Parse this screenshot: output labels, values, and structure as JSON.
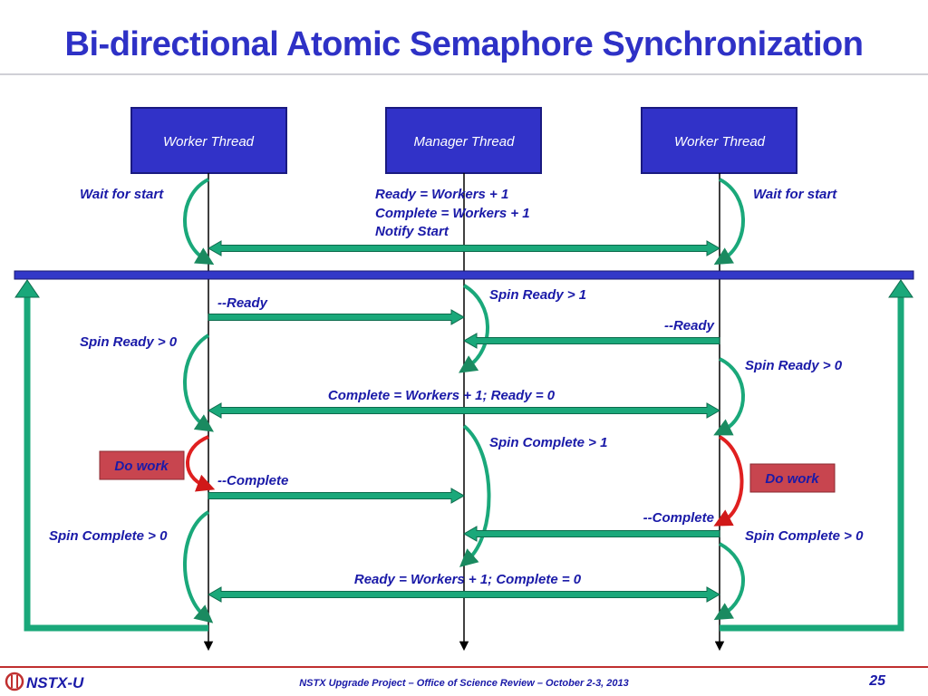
{
  "title": "Bi-directional Atomic Semaphore Synchronization",
  "threads": {
    "left": "Worker Thread",
    "center": "Manager Thread",
    "right": "Worker Thread"
  },
  "labels": {
    "wait_left": "Wait for start",
    "wait_right": "Wait for start",
    "mgr_init_1": "Ready = Workers + 1",
    "mgr_init_2": "Complete = Workers + 1",
    "mgr_init_3": "Notify Start",
    "spin_ready_1": "Spin Ready > 1",
    "dec_ready_left": "--Ready",
    "dec_ready_right": "--Ready",
    "spin_ready_0_left": "Spin Ready > 0",
    "spin_ready_0_right": "Spin Ready > 0",
    "complete_reset": "Complete = Workers + 1; Ready = 0",
    "spin_complete_1": "Spin Complete > 1",
    "do_work_left": "Do work",
    "do_work_right": "Do work",
    "dec_complete_left": "--Complete",
    "dec_complete_right": "--Complete",
    "spin_complete_0_left": "Spin Complete > 0",
    "spin_complete_0_right": "Spin Complete > 0",
    "ready_reset": "Ready = Workers + 1; Complete = 0"
  },
  "footer": {
    "logo": "NSTX-U",
    "text": "NSTX Upgrade Project – Office of Science Review – October 2-3, 2013",
    "page": "25"
  },
  "colors": {
    "title": "#2e31c6",
    "box": "#3132c8",
    "arrow": "#1aa87a",
    "curve_red": "#e02020",
    "bar": "#3238c8",
    "work_box": "#c8454f"
  }
}
